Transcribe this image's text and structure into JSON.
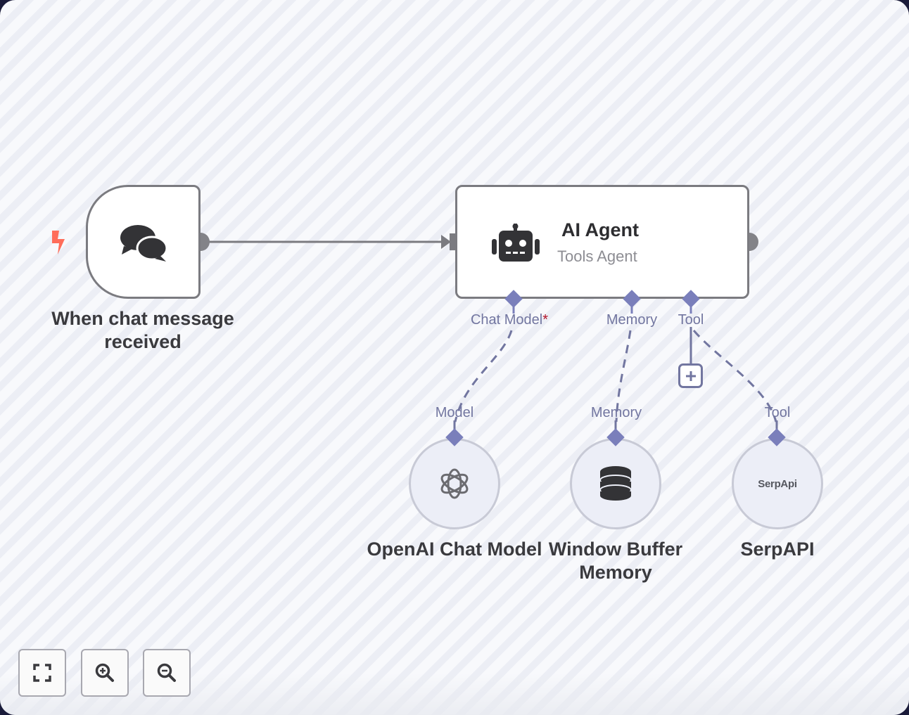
{
  "canvas": {
    "colors": {
      "edge_main": "#7b7b80",
      "edge_sub": "#7276a0",
      "port_sub": "#7a7fbb",
      "trigger_bolt": "#ff6d5a",
      "required_marker": "#b5172b"
    }
  },
  "nodes": {
    "trigger": {
      "label": "When chat message received",
      "icon": "chat-bubbles-icon",
      "badge_icon": "lightning-bolt-icon"
    },
    "agent": {
      "title": "AI Agent",
      "subtitle": "Tools Agent",
      "icon": "robot-icon",
      "ports": [
        {
          "label": "Chat Model",
          "required": true,
          "required_marker": "*"
        },
        {
          "label": "Memory",
          "required": false
        },
        {
          "label": "Tool",
          "required": false
        }
      ]
    },
    "openai": {
      "label": "OpenAI Chat Model",
      "icon": "openai-logo-icon",
      "port_label": "Model"
    },
    "memory": {
      "label": "Window Buffer Memory",
      "icon": "database-icon",
      "port_label": "Memory"
    },
    "serpapi": {
      "label": "SerpAPI",
      "icon_text": "SerpApi",
      "port_label": "Tool"
    }
  },
  "controls": {
    "fit_view": "fit-view-icon",
    "zoom_in": "zoom-in-icon",
    "zoom_out": "zoom-out-icon",
    "add_tool": "plus-icon"
  }
}
